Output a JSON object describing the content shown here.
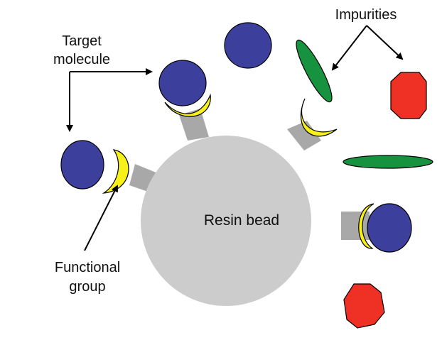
{
  "diagram": {
    "center_label": "Resin bead",
    "target_label_line1": "Target",
    "target_label_line2": "molecule",
    "impurities_label": "Impurities",
    "functional_label_line1": "Functional",
    "functional_label_line2": "group"
  },
  "colors": {
    "bead": "#cccccc",
    "linker": "#a8a8a8",
    "functional_group": "#f7f019",
    "target_molecule": "#3d3f9c",
    "impurity_ellipse": "#17923e",
    "impurity_octagon": "#ee3124",
    "outline": "#000000"
  }
}
